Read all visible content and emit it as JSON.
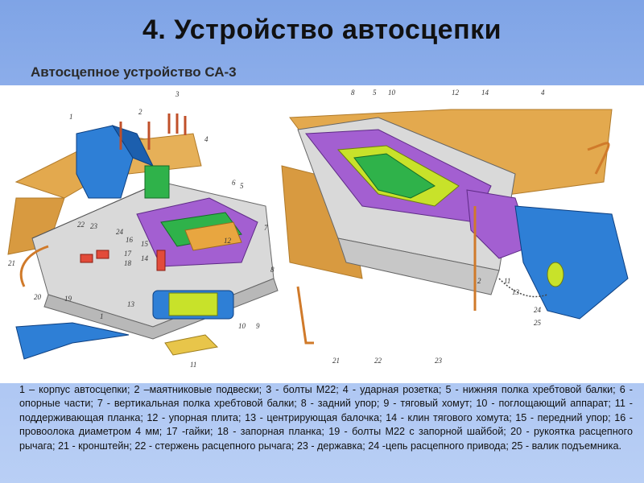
{
  "slide": {
    "title": "4. Устройство автосцепки",
    "subtitle": "Автосцепное устройство СА-3"
  },
  "figure": {
    "left_numbers": [
      "1",
      "2",
      "3",
      "4",
      "5",
      "6",
      "7",
      "8",
      "9",
      "10",
      "11",
      "12",
      "13",
      "14",
      "15",
      "16",
      "17",
      "18",
      "19",
      "20",
      "21",
      "22",
      "23",
      "24",
      "1"
    ],
    "right_numbers": [
      "8",
      "5",
      "10",
      "12",
      "14",
      "4",
      "2",
      "11",
      "13",
      "24",
      "25",
      "21",
      "22",
      "23"
    ]
  },
  "caption": {
    "text": "1 – корпус автосцепки; 2 –маятниковые подвески; 3 - болты М22; 4 - ударная розетка; 5 - нижняя полка хребтовой балки; 6 - опорные части; 7 - вертикальная полка хребтовой балки; 8 - задний упор; 9 - тяговый хомут; 10 - поглощающий аппарат; 11 - поддерживающая планка; 12 - упорная плита; 13 - центрирующая балочка; 14 - клин тягового хомута; 15 - передний упор; 16 - провоолока диаметром 4 мм; 17  -гайки; 18 - запорная планка; 19 - болты М22 с запорной шайбой; 20 - рукоятка расцепного рычага; 21 - кронштейн; 22 - стержень расцепного рычага; 23 - державка; 24  -цепь расцепного привода; 25 - валик подъемника."
  }
}
